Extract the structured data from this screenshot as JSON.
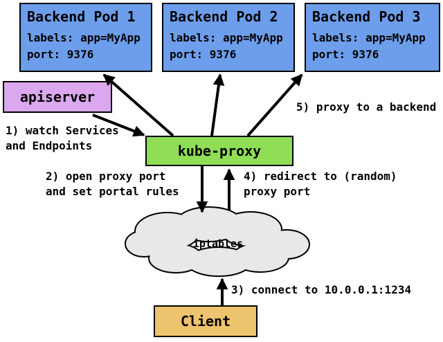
{
  "colors": {
    "pod_fill": "#6d9eeb",
    "apiserver_fill": "#dba7ee",
    "kubeproxy_fill": "#8fde55",
    "client_fill": "#eec36e",
    "cloud_fill": "#e8e8e8",
    "border": "#000000",
    "arrow": "#000000",
    "background": "#ffffff"
  },
  "pods": [
    {
      "title": "Backend Pod 1",
      "labels_line": "labels: app=MyApp",
      "port_line": "port: 9376"
    },
    {
      "title": "Backend Pod 2",
      "labels_line": "labels: app=MyApp",
      "port_line": "port: 9376"
    },
    {
      "title": "Backend Pod 3",
      "labels_line": "labels: app=MyApp",
      "port_line": "port: 9376"
    }
  ],
  "nodes": {
    "apiserver": "apiserver",
    "kube_proxy": "kube-proxy",
    "iptables": "iptables",
    "client": "Client"
  },
  "steps": {
    "s1": {
      "lines": [
        "1) watch Services",
        "and Endpoints"
      ]
    },
    "s2": {
      "lines": [
        "2) open proxy port",
        "and set portal rules"
      ]
    },
    "s3": {
      "lines": [
        "3) connect to 10.0.0.1:1234"
      ]
    },
    "s4": {
      "lines": [
        "4) redirect to (random)",
        "proxy port"
      ]
    },
    "s5": {
      "lines": [
        "5) proxy to a backend"
      ]
    }
  }
}
